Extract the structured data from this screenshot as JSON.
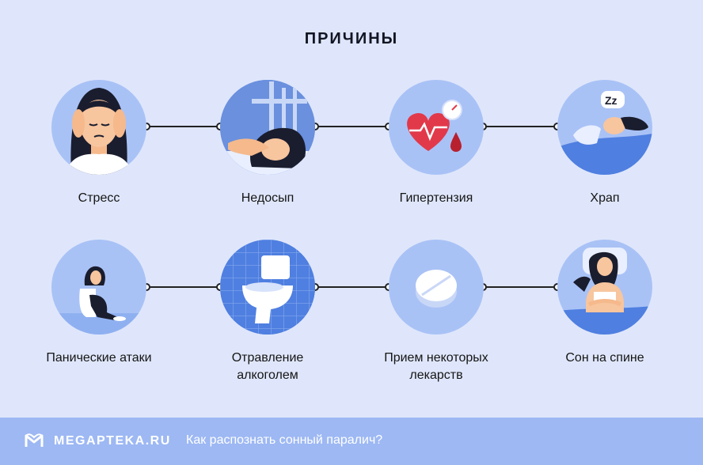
{
  "title": "ПРИЧИНЫ",
  "causes": [
    {
      "label": "Стресс",
      "icon": "stressed-woman-icon"
    },
    {
      "label": "Недосып",
      "icon": "sleeping-woman-icon"
    },
    {
      "label": "Гипертензия",
      "icon": "heart-pressure-icon"
    },
    {
      "label": "Храп",
      "icon": "snoring-man-icon"
    },
    {
      "label": "Панические атаки",
      "icon": "panic-woman-icon"
    },
    {
      "label": "Отравление алкоголем",
      "icon": "toilet-icon"
    },
    {
      "label": "Прием некоторых лекарств",
      "icon": "pill-icon"
    },
    {
      "label": "Сон на спине",
      "icon": "woman-on-back-icon"
    }
  ],
  "footer": {
    "brand": "MEGAPTEKA.RU",
    "link": "Как распознать сонный паралич?"
  },
  "colors": {
    "background": "#dfe6fb",
    "circle": "#a9c2f6",
    "footer": "#9db8f3"
  }
}
